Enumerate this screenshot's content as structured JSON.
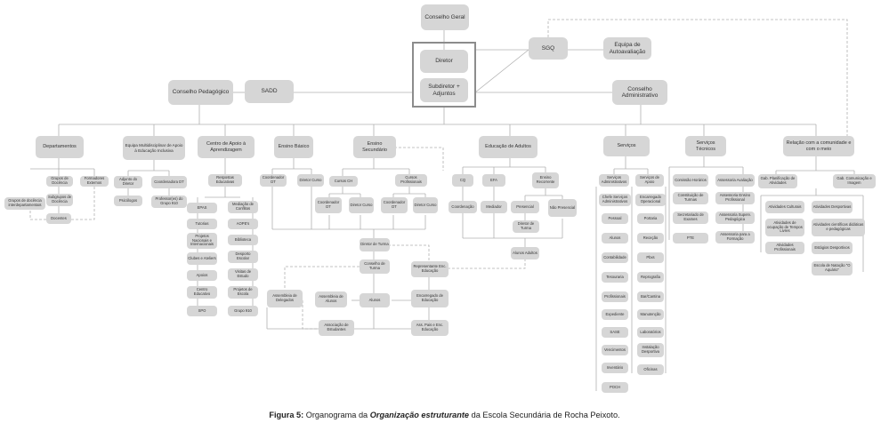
{
  "diagram": {
    "nodes": {
      "conselho_geral": "Conselho Geral",
      "diretor": "Diretor",
      "subdiretor": "Subdiretor + Adjuntos",
      "sgq": "SGQ",
      "equipa_auto": "Equipa de Autoavaliação",
      "conselho_pedagogico": "Conselho Pedagógico",
      "sadd": "SADD",
      "conselho_administrativo": "Conselho Administrativo",
      "departamentos": "Departamentos",
      "equipa_multi": "Equipa Multidisciplinar de Apoio à Educação Inclusiva",
      "centro_apoio": "Centro de Apoio à Aprendizagem",
      "ensino_basico": "Ensino Básico",
      "ensino_secundario": "Ensino Secundário",
      "educacao_adultos": "Educação de Adultos",
      "servicos": "Serviços",
      "servicos_tecnicos": "Serviços Técnicos",
      "relacao_comunidade": "Relação com a comunidade e com o meio",
      "grupos_docencia": "Grupos de Docência",
      "formadores_externos": "Formadores Externos",
      "subgrupos_docencia": "Subgrupos de Docência",
      "grupos_interdep": "Grupos de docência interdepartamentais",
      "docentes": "Docentes",
      "adjunto_diretor": "Adjunto do Diretor",
      "coordenadora_dt": "Coordenadora DT",
      "psicologos": "Psicólogos",
      "professores_gpp": "Professor(es) do Grupo 910",
      "respostas_educativas": "Respostas Educativas",
      "epas": "EPAS",
      "mediacao_conflitos": "Mediação de Conflitos",
      "tutorias": "Tutorias",
      "aope": "AOPE's",
      "projetos_nac": "Projetos Nacionais e Internacionais",
      "biblioteca": "Biblioteca",
      "clubes_ateliers": "Clubes e Ateliers",
      "desporto_escolar": "Desporto Escolar",
      "apoios": "Apoios",
      "visitas_estudo": "Visitas de Estudo",
      "centro_educativo": "Centro Educativo",
      "projetos_escola": "Projetos de Escola",
      "spo": "SPO",
      "grupo_910": "Grupo 910",
      "coord_dt_basico": "Coordenador DT",
      "diretor_curso_basico": "Diretor Curso",
      "cursos_cch": "Cursos CH",
      "cursos_prof": "Cursos Profissionais",
      "coord_dt_ch": "Coordenador DT",
      "diretor_curso_ch": "Diretor Curso",
      "coord_dt_prof": "Coordenador DT",
      "diretor_curso_prof": "Diretor Curso",
      "cq": "CQ",
      "efa": "EFA",
      "ensino_recorrente": "Ensino Recorrente",
      "coordenacao": "Coordenação",
      "mediador": "Mediador",
      "presencial": "Presencial",
      "nao_presencial": "Não Presencial",
      "diretor_turma_adultos": "Diretor de Turma",
      "alunos_adultos": "Alunos Adultos",
      "diretor_turma": "Diretor de Turma",
      "conselho_turma": "Conselho de Turma",
      "representante_ee": "Representante Enc. Educação",
      "assembleia_delegados": "Assembleia de Delegados",
      "assembleia_alunos": "Assembleia de Alunos",
      "alunos": "Alunos",
      "encarregado_educacao": "Encarregado de Educação",
      "associacao_estudantes": "Associação de Estudantes",
      "ass_pais": "Ass. Pais e Enc. Educação",
      "servicos_administrativos": "Serviços Administrativos",
      "servicos_apoio": "Serviços de Apoio",
      "chefe_servicos": "Chefe Serviços Administrativos",
      "encarregado_operacional": "Encarregado Operacional",
      "pessoal": "Pessoal",
      "portaria": "Portaria",
      "alunos_sa": "Alunos",
      "rececao": "Receção",
      "contabilidade": "Contabilidade",
      "pbx": "Pbxs",
      "tesouraria": "Tesouraria",
      "reprografia": "Reprografia",
      "profissionais": "Profissionais",
      "bar_cantina": "Bar/Cantina",
      "expediente": "Expediente",
      "manutencao": "Manutenção",
      "sase": "SASE",
      "laboratorios": "Laboratórios",
      "vencimentos": "Vencimentos",
      "instalacoes_desportivas": "Instalação Desportiva",
      "inventario": "Inventário",
      "oficinas": "Oficinas",
      "poch": "POCH",
      "comissao_horarios": "Comissão Horários",
      "assessoria_avaliacao": "Assessoria Avaliação",
      "constituicao_turmas": "Constituição de Turmas",
      "assessoria_ensino_prof": "Assessoria Ensino Profissional",
      "secretariado_exames": "Secretariado de Exames",
      "assessoria_pedagogica": "Assessoria Superv. Pedagógica",
      "pte": "PTE",
      "assessoria_formacao": "Assessoria para a Formação",
      "gab_planificacao": "Gab. Planificação de Atividades",
      "gab_comunicacao": "Gab. Comunicação e Imagem",
      "atividades_culturais": "Atividades Culturais",
      "atividades_desportivas": "Atividades Desportivas",
      "atividades_ocupacao": "Atividades de ocupação de Tempos Livres",
      "atividades_cientificas": "Atividades científicas didáticas e pedagógicas",
      "atividades_profissionais": "Atividades Profissionais",
      "estagios_desportivos": "Estágios Desportivos",
      "escola_natacao": "Escola de Natação \"O Aquário\""
    },
    "caption": {
      "label": "Figura 5:",
      "text_before": " Organograma da ",
      "emphasis": "Organização estruturante",
      "text_after": " da Escola Secundária de Rocha Peixoto."
    }
  }
}
